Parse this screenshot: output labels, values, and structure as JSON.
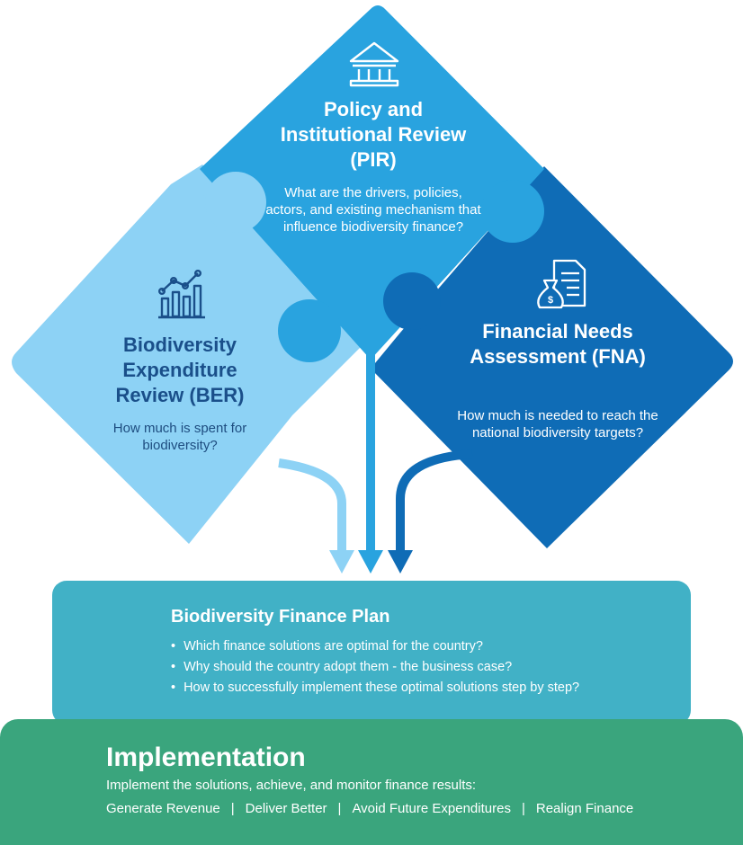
{
  "pir": {
    "title": "Policy and Institutional Review (PIR)",
    "question": "What are the drivers, policies, actors, and existing mechanism that influence biodiversity finance?",
    "icon": "bank-icon"
  },
  "ber": {
    "title": "Biodiversity Expenditure Review (BER)",
    "question": "How much is spent for biodiversity?",
    "icon": "chart-growth-icon"
  },
  "fna": {
    "title": "Financial Needs Assessment (FNA)",
    "question": "How much is needed to reach the national biodiversity targets?",
    "icon": "money-bag-document-icon"
  },
  "plan": {
    "title": "Biodiversity Finance Plan",
    "bullets": [
      "Which finance solutions are optimal for the country?",
      "Why should the country adopt them - the business case?",
      "How to successfully implement these optimal solutions step by step?"
    ],
    "icon": "report-document-icon"
  },
  "implementation": {
    "title": "Implementation",
    "subtitle": "Implement the solutions, achieve, and monitor finance results:",
    "actions": [
      "Generate Revenue",
      "Deliver Better",
      "Avoid Future Expenditures",
      "Realign Finance"
    ],
    "separator": "|",
    "icon": "checklist-dollar-icon"
  },
  "colors": {
    "pir": "#29a3df",
    "ber": "#8dd2f5",
    "fna": "#0f6cb6",
    "plan": "#41b1c6",
    "implementation": "#3aa57d"
  }
}
